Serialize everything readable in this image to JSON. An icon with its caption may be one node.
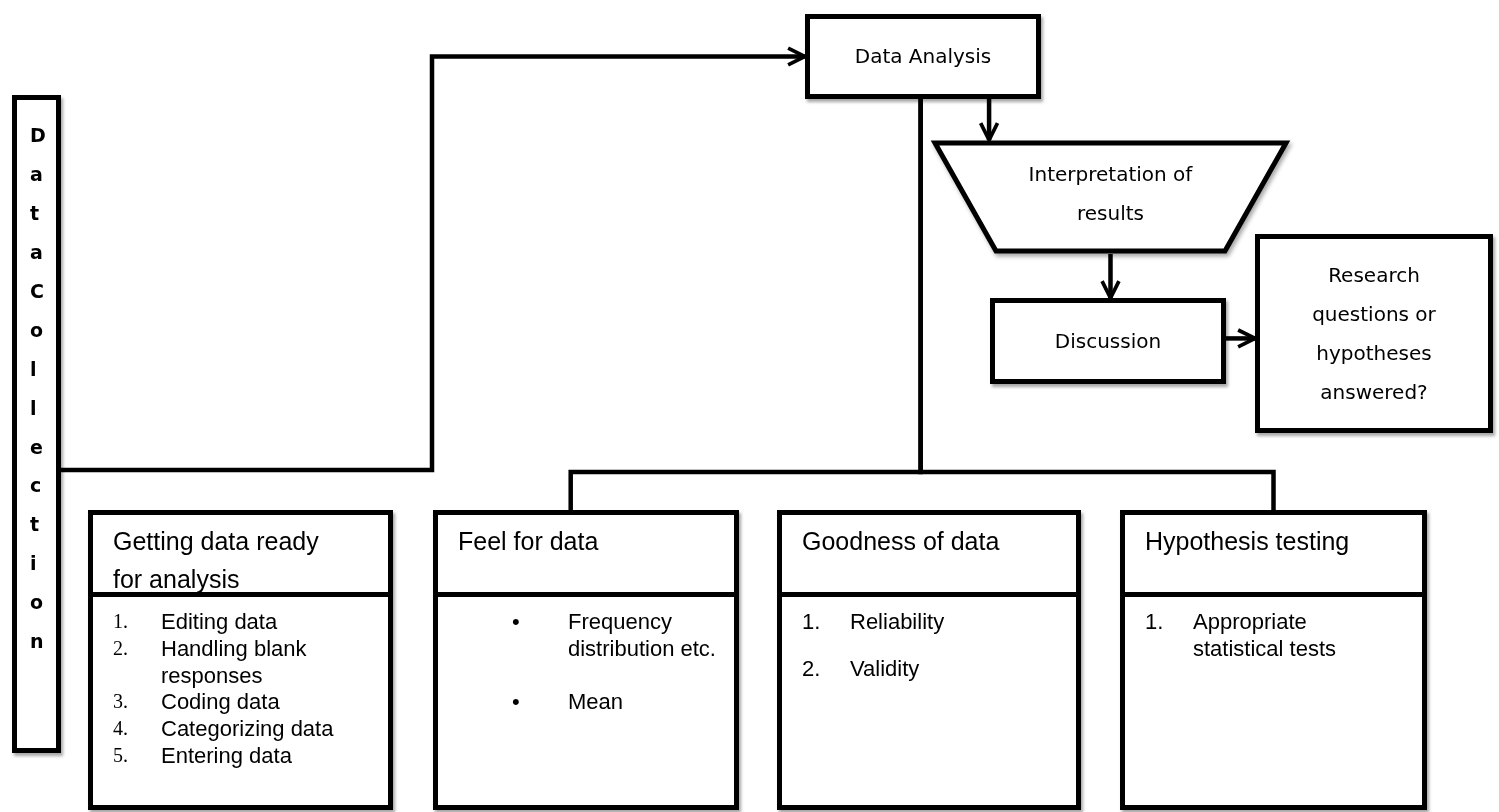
{
  "diagram": {
    "nodes": [
      {
        "text": [
          "Data Collection"
        ]
      },
      {
        "text": [
          "Data Analysis"
        ]
      },
      {
        "text": [
          "Interpretation of results"
        ]
      },
      {
        "text": [
          "Discussion"
        ]
      },
      {
        "text": [
          "Research questions or hypotheses answered?"
        ]
      },
      {
        "text": [
          "Getting data ready for analysis",
          "1. Editing data",
          "2. Handling blank responses",
          "3. Coding data",
          "4. Categorizing data",
          "5. Entering data"
        ]
      },
      {
        "text": [
          "Feel for data",
          "• Frequency distribution etc.",
          "• Mean"
        ]
      },
      {
        "text": [
          "Goodness of data",
          "1. Reliability",
          "2. Validity"
        ]
      },
      {
        "text": [
          "Hypothesis testing",
          "1. Appropriate statistical tests"
        ]
      }
    ],
    "edges": [
      {
        "from": 0,
        "to": 1,
        "arrow": "to"
      },
      {
        "from": 1,
        "to": 2,
        "arrow": "to"
      },
      {
        "from": 2,
        "to": 3,
        "arrow": "to"
      },
      {
        "from": 3,
        "to": 4,
        "arrow": "to"
      },
      {
        "from": 1,
        "to": 6,
        "arrow": "none"
      },
      {
        "from": 1,
        "to": 8,
        "arrow": "none"
      }
    ]
  }
}
